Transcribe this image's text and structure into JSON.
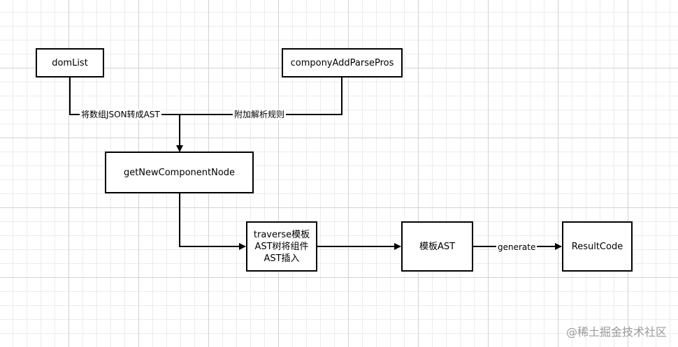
{
  "diagram": {
    "nodes": {
      "dom_list": "domList",
      "compony_add_parse_pros": "componyAddParsePros",
      "get_new_component_node": "getNewComponentNode",
      "traverse_template": "traverse模板\nAST树将组件\nAST插入",
      "template_ast": "模板AST",
      "result_code": "ResultCode"
    },
    "edges": {
      "to_ast_label": "将数组JSON转成AST",
      "parse_rules_label": "附加解析规则",
      "generate_label": "generate"
    }
  },
  "watermark": "@稀土掘金技术社区",
  "colors": {
    "stroke": "#000000",
    "grid_major": "#d2d2d2",
    "grid_minor": "#ececec",
    "watermark": "#9a9a9a"
  }
}
